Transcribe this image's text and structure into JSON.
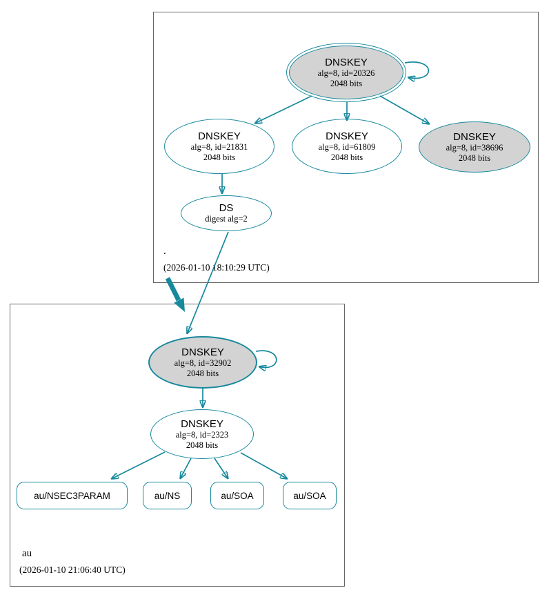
{
  "accent_color": "#17899d",
  "node_gray_fill": "#d3d3d3",
  "root_zone": {
    "label": ".",
    "timestamp": "(2026-01-10 18:10:29 UTC)",
    "ksk": {
      "title": "DNSKEY",
      "detail": "alg=8, id=20326",
      "bits": "2048 bits"
    },
    "zsk_left": {
      "title": "DNSKEY",
      "detail": "alg=8, id=21831",
      "bits": "2048 bits"
    },
    "zsk_mid": {
      "title": "DNSKEY",
      "detail": "alg=8, id=61809",
      "bits": "2048 bits"
    },
    "ksk_right": {
      "title": "DNSKEY",
      "detail": "alg=8, id=38696",
      "bits": "2048 bits"
    },
    "ds": {
      "title": "DS",
      "detail": "digest alg=2"
    }
  },
  "au_zone": {
    "label": "au",
    "timestamp": "(2026-01-10 21:06:40 UTC)",
    "ksk": {
      "title": "DNSKEY",
      "detail": "alg=8, id=32902",
      "bits": "2048 bits"
    },
    "zsk": {
      "title": "DNSKEY",
      "detail": "alg=8, id=2323",
      "bits": "2048 bits"
    },
    "rrsets": [
      {
        "label": "au/NSEC3PARAM"
      },
      {
        "label": "au/NS"
      },
      {
        "label": "au/SOA"
      },
      {
        "label": "au/SOA"
      }
    ]
  }
}
